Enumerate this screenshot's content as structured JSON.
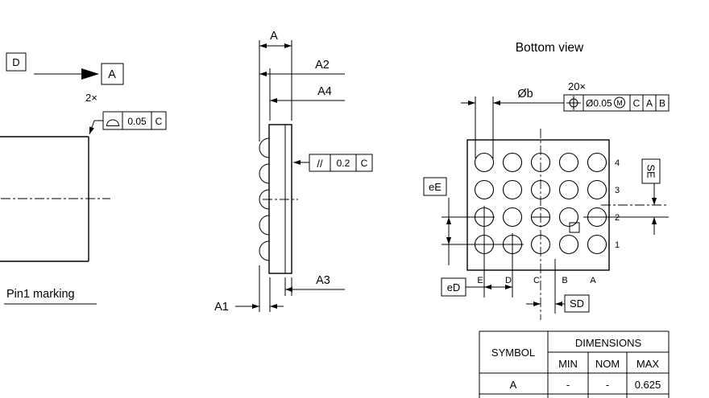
{
  "left_view": {
    "datum_d_label": "D",
    "section_arrow_label": "A",
    "count_label": "2×",
    "profile_frame": {
      "tolerance": "0.05",
      "datum": "C"
    },
    "pin1_label": "Pin1 marking"
  },
  "side_view": {
    "dims": {
      "a": "A",
      "a1": "A1",
      "a2": "A2",
      "a3": "A3",
      "a4": "A4"
    },
    "parallelism_frame": {
      "symbol": "//",
      "tolerance": "0.2",
      "datum": "C"
    }
  },
  "bottom_view": {
    "title": "Bottom view",
    "ball_diameter_label": "Øb",
    "count_label": "20×",
    "position_frame": {
      "tolerance": "Ø0.05",
      "modifier": "M",
      "datum_primary": "C",
      "datum_secondary": "A",
      "datum_tertiary": "B"
    },
    "pitch_vertical_label": "eE",
    "pitch_horizontal_label": "eD",
    "offset_horizontal_label": "SD",
    "offset_vertical_label": "SE",
    "column_labels": [
      "E",
      "D",
      "C",
      "B",
      "A"
    ],
    "row_labels": [
      "4",
      "3",
      "2",
      "1"
    ]
  },
  "table": {
    "symbol_header": "SYMBOL",
    "dimensions_header": "DIMENSIONS",
    "columns": [
      "MIN",
      "NOM",
      "MAX"
    ],
    "rows": [
      {
        "symbol": "A",
        "min": "-",
        "nom": "-",
        "max": "0.625"
      }
    ]
  }
}
